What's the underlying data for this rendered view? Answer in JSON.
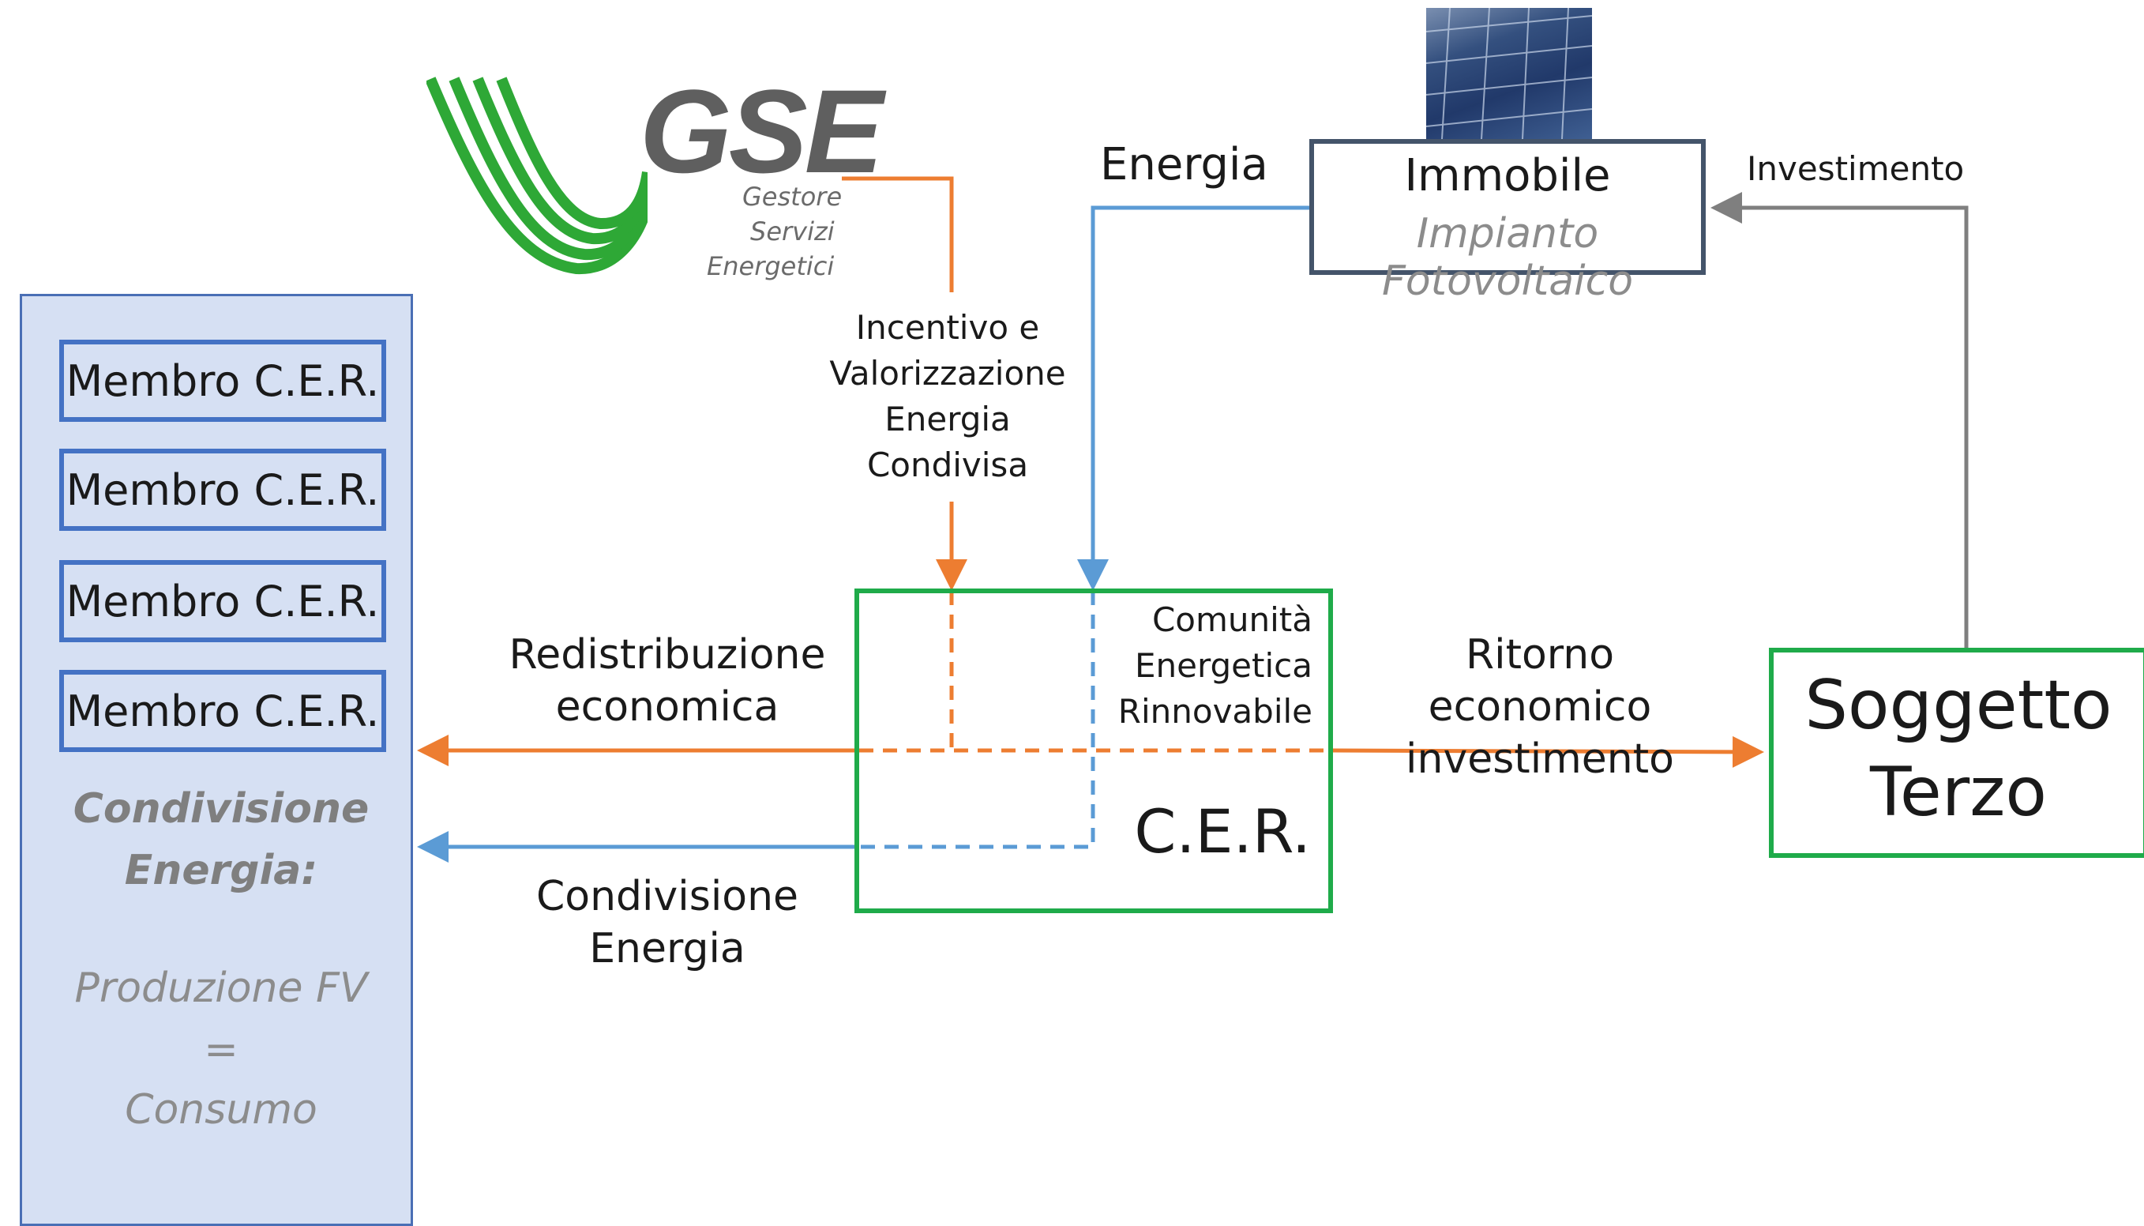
{
  "colors": {
    "orange": "#ed7d31",
    "blue": "#5b9bd5",
    "gray": "#7f7f7f",
    "green": "#1fab4a",
    "panel_fill": "#d6e0f3"
  },
  "gse_logo": {
    "brand": "GSE",
    "line1": "Gestore",
    "line2": "Servizi",
    "line3": "Energetici"
  },
  "members_panel": {
    "members": [
      "Membro C.E.R.",
      "Membro C.E.R.",
      "Membro C.E.R.",
      "Membro C.E.R."
    ],
    "heading_line1": "Condivisione",
    "heading_line2": "Energia:",
    "formula_line1": "Produzione FV",
    "formula_equals": "=",
    "formula_line2": "Consumo"
  },
  "immobile": {
    "title": "Immobile",
    "subtitle": "Impianto Fotovoltaico",
    "photo_icon": "solar-panel-photo"
  },
  "cer": {
    "line1": "Comunità",
    "line2": "Energetica",
    "line3": "Rinnovabile",
    "acronym": "C.E.R."
  },
  "soggetto_terzo": {
    "line1": "Soggetto",
    "line2": "Terzo"
  },
  "flows": {
    "energia": "Energia",
    "investimento": "Investimento",
    "incentivo_line1": "Incentivo e",
    "incentivo_line2": "Valorizzazione",
    "incentivo_line3": "Energia",
    "incentivo_line4": "Condivisa",
    "redistribuzione_line1": "Redistribuzione",
    "redistribuzione_line2": "economica",
    "ritorno_line1": "Ritorno economico",
    "ritorno_line2": "investimento",
    "condivisione_line1": "Condivisione",
    "condivisione_line2": "Energia"
  }
}
